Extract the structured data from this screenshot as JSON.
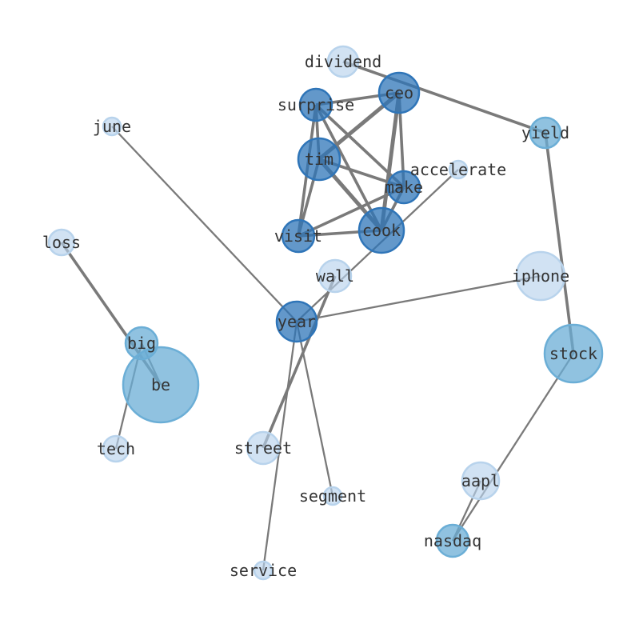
{
  "chart_data": {
    "type": "network",
    "title": "",
    "colors": {
      "light": "#b8d3ec",
      "mid": "#6baed6",
      "dark": "#2f75b8",
      "edge": "#7a7a7a"
    },
    "nodes": [
      {
        "id": "dividend",
        "level": "light"
      },
      {
        "id": "ceo",
        "level": "dark"
      },
      {
        "id": "surprise",
        "level": "dark"
      },
      {
        "id": "june",
        "level": "light"
      },
      {
        "id": "yield",
        "level": "mid"
      },
      {
        "id": "tim",
        "level": "dark"
      },
      {
        "id": "accelerate",
        "level": "light"
      },
      {
        "id": "make",
        "level": "dark"
      },
      {
        "id": "cook",
        "level": "dark"
      },
      {
        "id": "visit",
        "level": "dark"
      },
      {
        "id": "loss",
        "level": "light"
      },
      {
        "id": "wall",
        "level": "light"
      },
      {
        "id": "iphone",
        "level": "light"
      },
      {
        "id": "year",
        "level": "dark"
      },
      {
        "id": "big",
        "level": "mid"
      },
      {
        "id": "stock",
        "level": "mid"
      },
      {
        "id": "be",
        "level": "mid"
      },
      {
        "id": "tech",
        "level": "light"
      },
      {
        "id": "street",
        "level": "light"
      },
      {
        "id": "aapl",
        "level": "light"
      },
      {
        "id": "segment",
        "level": "light"
      },
      {
        "id": "nasdaq",
        "level": "mid"
      },
      {
        "id": "service",
        "level": "light"
      }
    ],
    "edges": [
      {
        "source": "dividend",
        "target": "yield",
        "weight": 2
      },
      {
        "source": "surprise",
        "target": "ceo",
        "weight": 2
      },
      {
        "source": "surprise",
        "target": "tim",
        "weight": 2
      },
      {
        "source": "surprise",
        "target": "visit",
        "weight": 2
      },
      {
        "source": "surprise",
        "target": "cook",
        "weight": 2
      },
      {
        "source": "surprise",
        "target": "make",
        "weight": 2
      },
      {
        "source": "ceo",
        "target": "tim",
        "weight": 3
      },
      {
        "source": "ceo",
        "target": "cook",
        "weight": 3
      },
      {
        "source": "ceo",
        "target": "make",
        "weight": 2
      },
      {
        "source": "tim",
        "target": "make",
        "weight": 2
      },
      {
        "source": "tim",
        "target": "cook",
        "weight": 3
      },
      {
        "source": "tim",
        "target": "visit",
        "weight": 2
      },
      {
        "source": "make",
        "target": "visit",
        "weight": 2
      },
      {
        "source": "make",
        "target": "cook",
        "weight": 2
      },
      {
        "source": "visit",
        "target": "cook",
        "weight": 2
      },
      {
        "source": "accelerate",
        "target": "year",
        "weight": 1
      },
      {
        "source": "wall",
        "target": "street",
        "weight": 2
      },
      {
        "source": "year",
        "target": "june",
        "weight": 1
      },
      {
        "source": "year",
        "target": "iphone",
        "weight": 1
      },
      {
        "source": "year",
        "target": "segment",
        "weight": 1
      },
      {
        "source": "year",
        "target": "service",
        "weight": 1
      },
      {
        "source": "loss",
        "target": "be",
        "weight": 2
      },
      {
        "source": "big",
        "target": "be",
        "weight": 1
      },
      {
        "source": "big",
        "target": "tech",
        "weight": 1
      },
      {
        "source": "yield",
        "target": "stock",
        "weight": 2
      },
      {
        "source": "stock",
        "target": "nasdaq",
        "weight": 1
      },
      {
        "source": "aapl",
        "target": "nasdaq",
        "weight": 1
      }
    ]
  }
}
